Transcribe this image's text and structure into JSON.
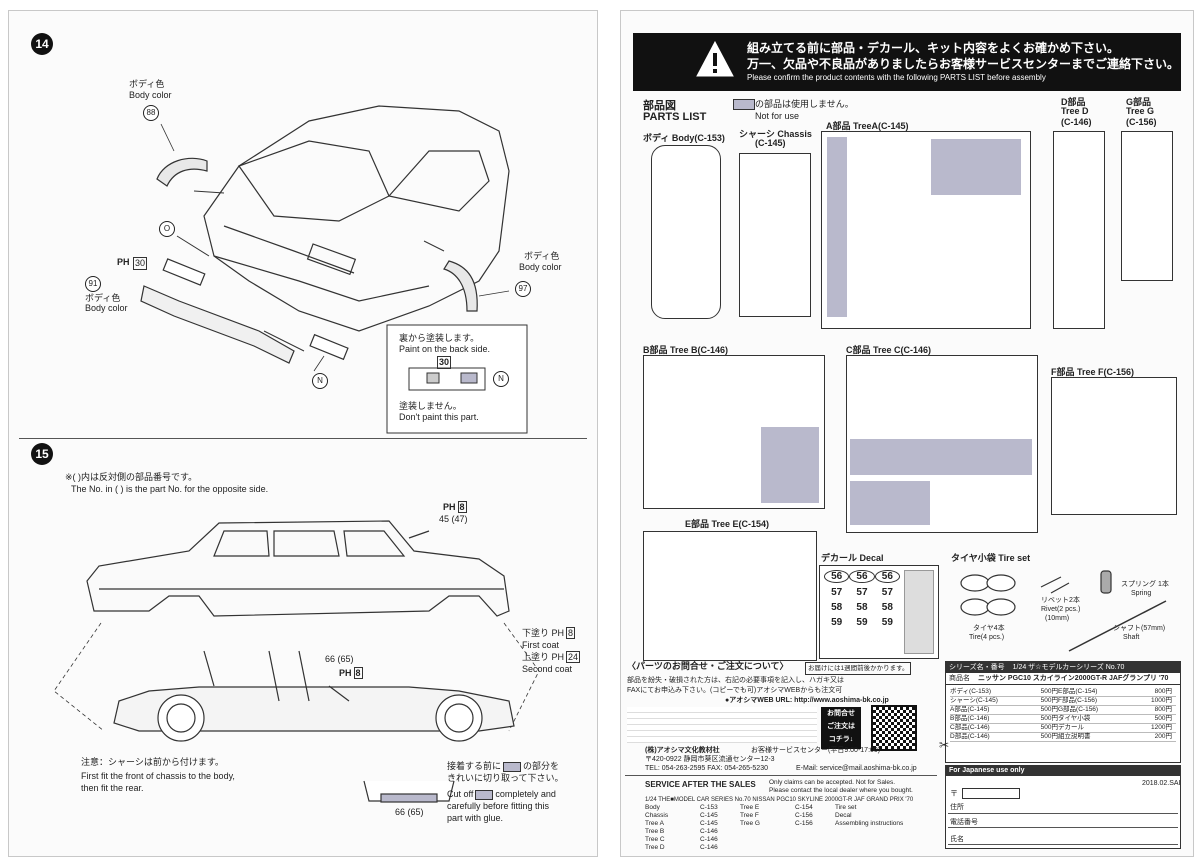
{
  "left": {
    "step14": "14",
    "step15": "15",
    "body_color_1": "ボディ色",
    "body_color_1_en": "Body color",
    "part_88": "88",
    "part_O": "O",
    "ph_label_1": "PH",
    "ph_num_1": "30",
    "part_91": "91",
    "body_color_2": "ボディ色",
    "body_color_2_en": "Body color",
    "body_color_3": "ボディ色",
    "body_color_3_en": "Body color",
    "part_97": "97",
    "back_note_jp": "裏から塗装します。",
    "back_note_en": "Paint on the back side.",
    "ph_num_2": "30",
    "part_N1": "N",
    "part_N2": "N",
    "no_paint_jp": "塗装しません。",
    "no_paint_en": "Don't paint this part.",
    "opposite_jp": "※( )内は反対側の部品番号です。",
    "opposite_en": "The No. in ( ) is the part No. for the opposite side.",
    "ph_num_3": "8",
    "part_45_47": "45 (47)",
    "part_66_65_a": "66 (65)",
    "ph_num_4": "8",
    "first_coat_jp": "下塗り",
    "ph_num_5": "8",
    "first_coat_en": "First coat",
    "second_coat_jp": "上塗り",
    "ph_num_6": "24",
    "second_coat_en": "Second coat",
    "chassis_note_jp": "注意：シャーシは前から付けます。",
    "chassis_note_en1": "First fit the front of chassis to the body,",
    "chassis_note_en2": "then fit the rear.",
    "cutoff_jp1": "接着する前に",
    "cutoff_jp2": "の部分を",
    "cutoff_jp3": "きれいに切り取って下さい。",
    "cutoff_en1": "Cut off",
    "cutoff_en2": "completely and",
    "cutoff_en3": "carefully before fitting this",
    "cutoff_en4": "part with glue.",
    "part_66_65_b": "66 (65)"
  },
  "right": {
    "banner_jp1": "組み立てる前に部品・デカール、キット内容をよくお確かめ下さい。",
    "banner_jp2": "万一、欠品や不良品がありましたらお客様サービスセンターまでご連絡下さい。",
    "banner_en": "Please confirm the product contents with the following PARTS LIST before assembly",
    "parts_jp": "部品図",
    "parts_en": "PARTS LIST",
    "legend_jp": "の部品は使用しません。",
    "legend_en": "Not for use",
    "body_title": "ボディ Body(C-153)",
    "chassis_title": "シャーシ Chassis",
    "chassis_code": "(C-145)",
    "treeA": "A部品 TreeA(C-145)",
    "treeD_jp": "D部品",
    "treeD_en": "Tree D",
    "treeD_code": "(C-146)",
    "treeG_jp": "G部品",
    "treeG_en": "Tree G",
    "treeG_code": "(C-156)",
    "treeB": "B部品 Tree B(C-146)",
    "treeC": "C部品 Tree C(C-146)",
    "treeF": "F部品 Tree F(C-156)",
    "treeE": "E部品 Tree E(C-154)",
    "decal": "デカール Decal",
    "tire": "タイヤ小袋 Tire set",
    "rivet_jp": "リベット2本",
    "rivet_en": "Rivet(2 pcs.)",
    "rivet_size": "(10mm)",
    "spring_jp": "スプリング 1本",
    "spring_en": "Spring",
    "tire_jp": "タイヤ4本",
    "tire_en": "Tire(4 pcs.)",
    "shaft_jp": "シャフト(57mm)",
    "shaft_en": "Shaft",
    "decal_nums": [
      "56",
      "56",
      "56",
      "57",
      "57",
      "57",
      "58",
      "58",
      "58",
      "59",
      "59",
      "59"
    ],
    "contact_title": "〈パーツのお問合せ・ご注文について〉",
    "contact_sub": "お届けには1週間前後かかります。",
    "contact_text1": "部品を紛失・破損された方は、右記の必要事項を記入し、ハガキ又は",
    "contact_text2": "FAXにてお申込み下さい。(コピーでも可)アオシマWEBからも注文可",
    "web_label": "●アオシマWEB URL: http://www.aoshima-bk.co.jp",
    "order_box1": "お問合せ",
    "order_box2": "ご注文は",
    "order_box3": "コチラ↓",
    "company": "(株)アオシマ文化教材社",
    "service_center": "お客様サービスセンター(平日9:00-17:00)",
    "address": "〒420-0922 静岡市葵区流通センター12-3",
    "tel_fax": "TEL: 054-263-2595 FAX: 054-265-5230",
    "email": "E-Mail: service@mail.aoshima-bk.co.jp",
    "sas_title": "SERVICE AFTER THE SALES",
    "sas_note1": "Only claims can be accepted. Not for Sales.",
    "sas_note2": "Please contact the local dealer where you bought.",
    "sas_model": "1/24 THE■MODEL CAR SERIES No.70 NISSAN PGC10 SKYLINE 2000GT-R JAF GRAND PRIX '70",
    "sas_rows": [
      [
        "Body",
        "C-153",
        "Tree E",
        "C-154",
        "Tire set"
      ],
      [
        "Chassis",
        "C-145",
        "Tree F",
        "C-156",
        "Decal"
      ],
      [
        "Tree A",
        "C-145",
        "Tree G",
        "C-156",
        "Assembling instructions"
      ],
      [
        "Tree B",
        "C-146",
        "",
        "",
        ""
      ],
      [
        "Tree C",
        "C-146",
        "",
        "",
        ""
      ],
      [
        "Tree D",
        "C-146",
        "",
        "",
        ""
      ]
    ],
    "series_label": "シリーズ名・番号",
    "series_value": "1/24 ザ☆モデルカーシリーズ No.70",
    "product_label": "商品名",
    "product_value": "ニッサン PGC10 スカイライン2000GT-R JAFグランプリ '70",
    "price_rows": [
      [
        "ボディ(C-153)",
        "500円",
        "E部品(C-154)",
        "800円"
      ],
      [
        "シャーシ(C-145)",
        "500円",
        "F部品(C-156)",
        "1000円"
      ],
      [
        "A部品(C-145)",
        "500円",
        "G部品(C-156)",
        "800円"
      ],
      [
        "B部品(C-146)",
        "500円",
        "タイヤ小袋",
        "500円"
      ],
      [
        "C部品(C-146)",
        "500円",
        "デカール",
        "1200円"
      ],
      [
        "D部品(C-146)",
        "500円",
        "組立説明書",
        "200円"
      ]
    ],
    "jp_only": "For Japanese use only",
    "date_code": "2018.02.SAI",
    "postal_prefix": "〒",
    "addr_label": "住所",
    "phone_label": "電話番号",
    "name_label": "氏名"
  },
  "colors": {
    "shade": "#b9b9cc",
    "ink": "#222222",
    "banner": "#111111"
  }
}
